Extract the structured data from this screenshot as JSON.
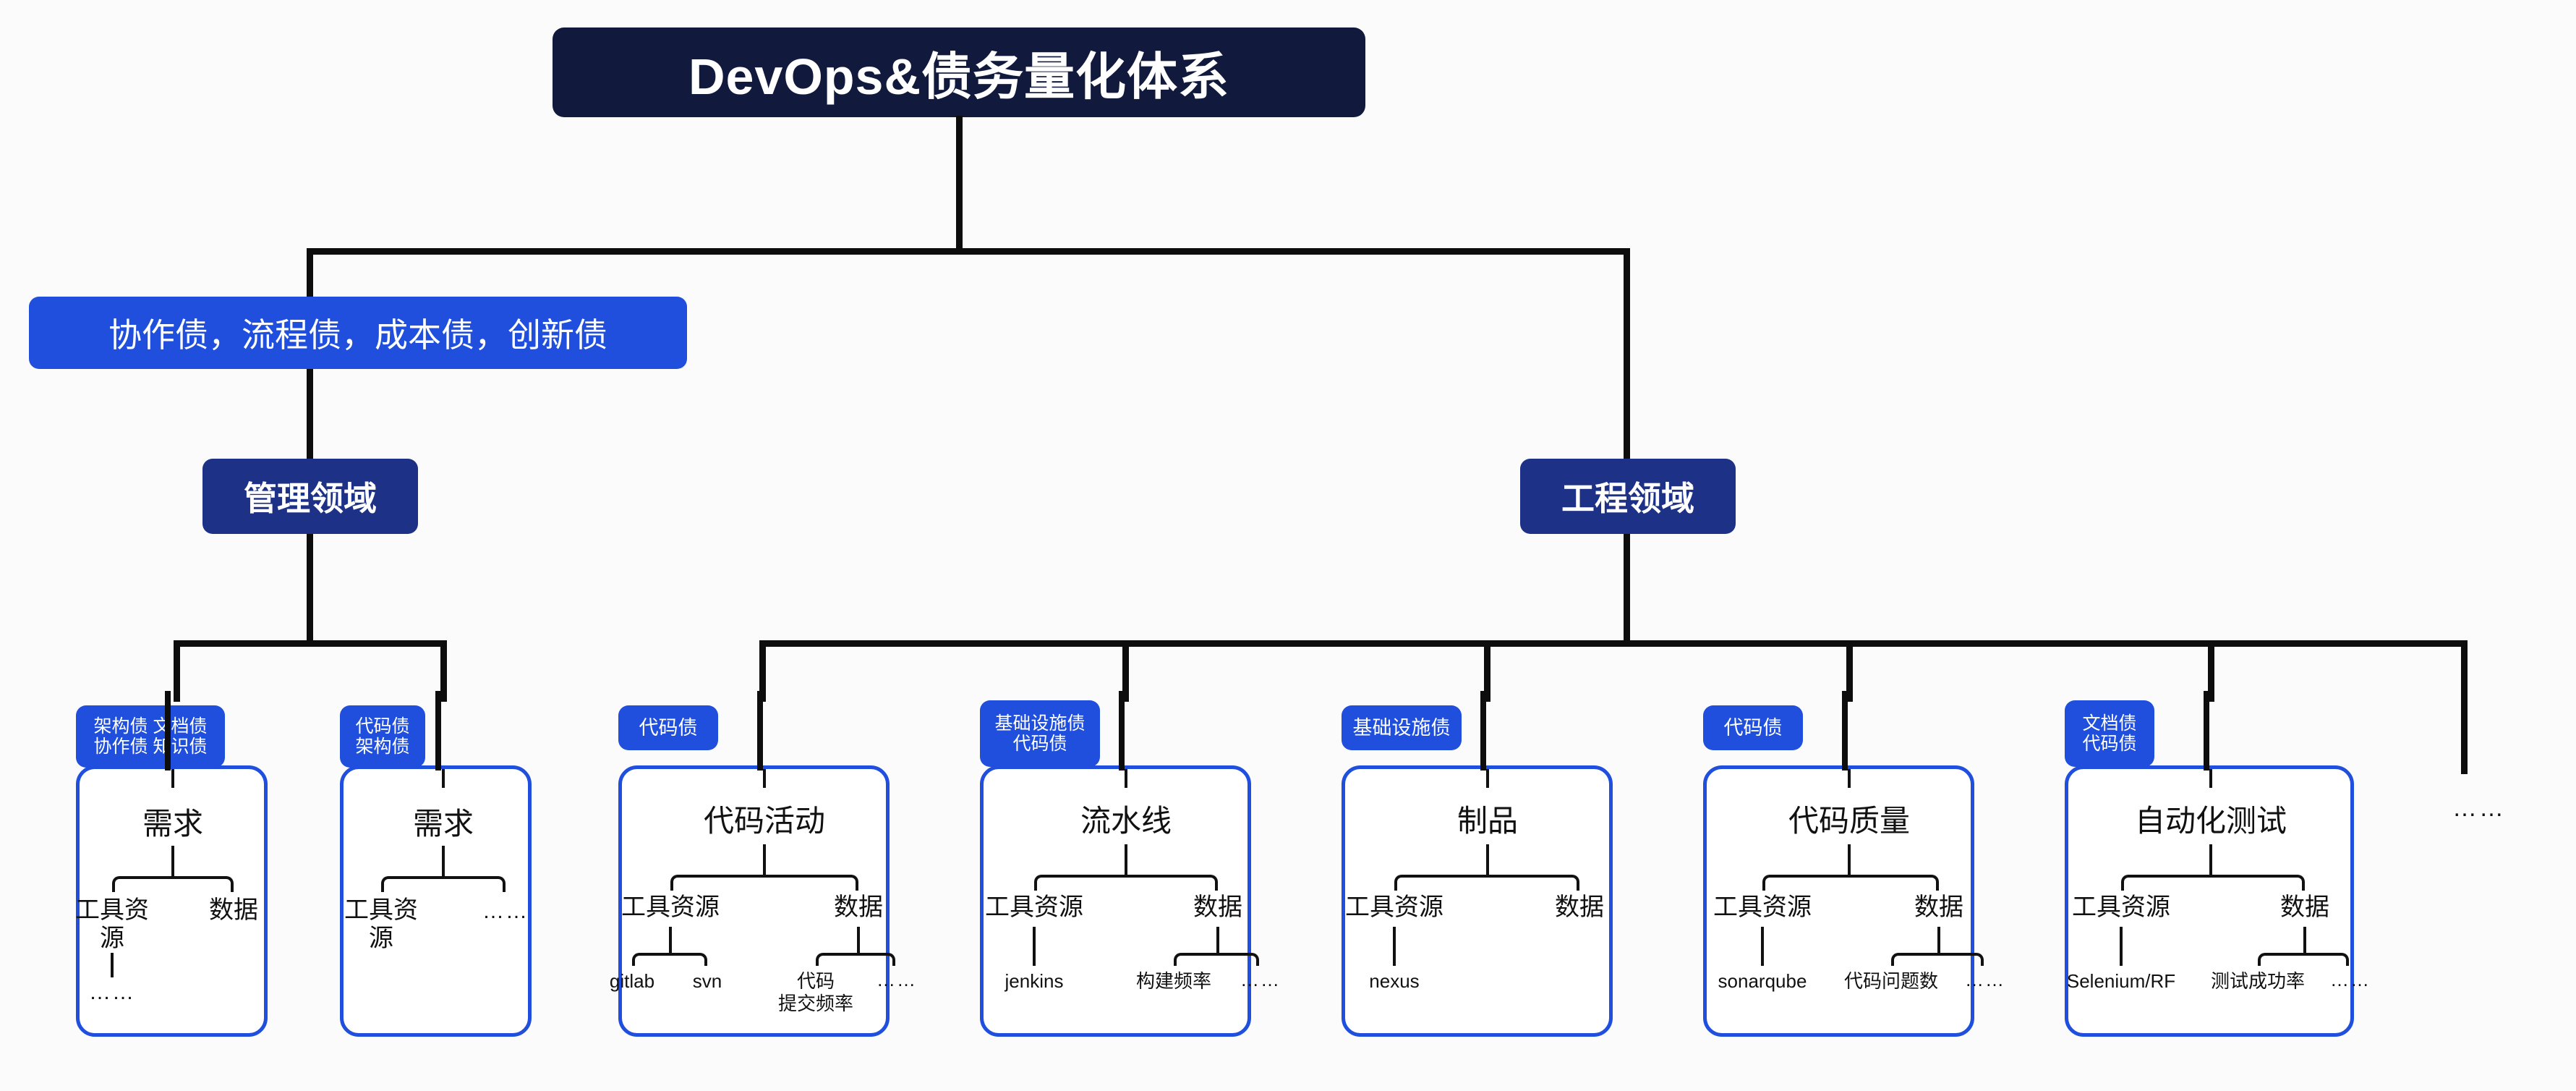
{
  "colors": {
    "root_navy": "#111a3c",
    "domain_navy": "#1d3187",
    "accent_blue": "#1f4fdc",
    "line_black": "#0d0d0d",
    "page_bg": "#fbfbfb"
  },
  "root": {
    "title": "DevOps&债务量化体系"
  },
  "debt_banner": {
    "label": "协作债，流程债，成本债，创新债"
  },
  "domains": [
    {
      "id": "management",
      "label": "管理领域"
    },
    {
      "id": "engineering",
      "label": "工程领域"
    }
  ],
  "trailing_dots": "……",
  "cards": [
    {
      "id": "requirement-mgmt",
      "tag_lines": [
        "架构债  文档债",
        "协作债  知识债"
      ],
      "title": "需求",
      "branches": [
        {
          "label": "工具资源",
          "leaves": [
            "……"
          ]
        },
        {
          "label": "数据",
          "leaves": []
        }
      ]
    },
    {
      "id": "requirement-code",
      "tag_lines": [
        "代码债",
        "架构债"
      ],
      "title": "需求",
      "branches": [
        {
          "label": "工具资源",
          "leaves": []
        },
        {
          "label": "……",
          "leaves": []
        }
      ]
    },
    {
      "id": "code-activity",
      "tag_lines": [
        "代码债"
      ],
      "title": "代码活动",
      "branches": [
        {
          "label": "工具资源",
          "leaves": [
            "gitlab",
            "svn"
          ]
        },
        {
          "label": "数据",
          "leaves": [
            "代码\n提交频率",
            "……"
          ]
        }
      ]
    },
    {
      "id": "pipeline",
      "tag_lines": [
        "基础设施债",
        "代码债"
      ],
      "title": "流水线",
      "branches": [
        {
          "label": "工具资源",
          "leaves": [
            "jenkins"
          ]
        },
        {
          "label": "数据",
          "leaves": [
            "构建频率",
            "……"
          ]
        }
      ]
    },
    {
      "id": "artifact",
      "tag_lines": [
        "基础设施债"
      ],
      "title": "制品",
      "branches": [
        {
          "label": "工具资源",
          "leaves": [
            "nexus"
          ]
        },
        {
          "label": "数据",
          "leaves": []
        }
      ]
    },
    {
      "id": "code-quality",
      "tag_lines": [
        "代码债"
      ],
      "title": "代码质量",
      "branches": [
        {
          "label": "工具资源",
          "leaves": [
            "sonarqube"
          ]
        },
        {
          "label": "数据",
          "leaves": [
            "代码问题数",
            "……"
          ]
        }
      ]
    },
    {
      "id": "automation-test",
      "tag_lines": [
        "文档债",
        "代码债"
      ],
      "title": "自动化测试",
      "branches": [
        {
          "label": "工具资源",
          "leaves": [
            "Selenium/RF"
          ]
        },
        {
          "label": "数据",
          "leaves": [
            "测试成功率",
            "……"
          ]
        }
      ]
    }
  ]
}
